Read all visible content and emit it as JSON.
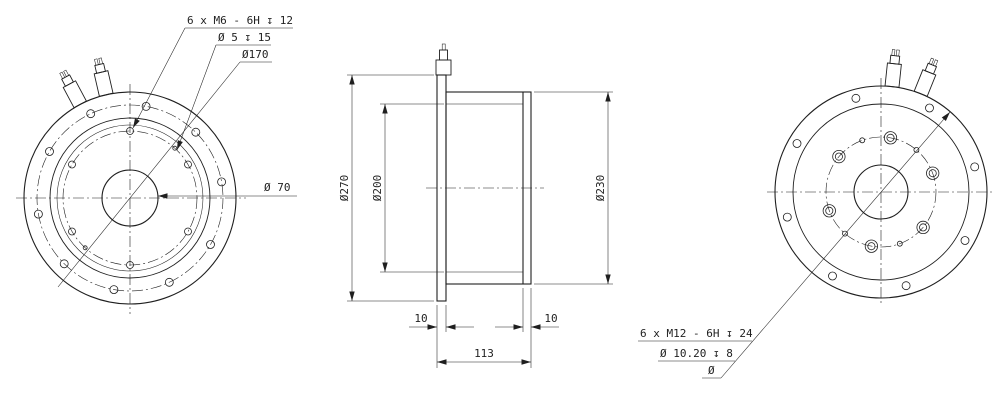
{
  "colors": {
    "line": "#1f1f1f",
    "background": "#ffffff"
  },
  "views": {
    "front": {
      "thread_callout": "6 x M6 - 6H ↧ 12",
      "pin_callout": "Ø 5 ↧ 15",
      "bolt_circle_dia": "Ø170",
      "bore_dia": "Ø 70"
    },
    "side": {
      "flange_dia": "Ø270",
      "body_dia": "Ø200",
      "rear_dia": "Ø230",
      "front_flange_thk": "10",
      "rear_flange_thk": "10",
      "overall_length": "113"
    },
    "rear": {
      "thread_callout": "6 x M12 - 6H ↧ 24",
      "drill_callout": "Ø 10.20 ↧ 8",
      "dia_label": "Ø"
    }
  }
}
